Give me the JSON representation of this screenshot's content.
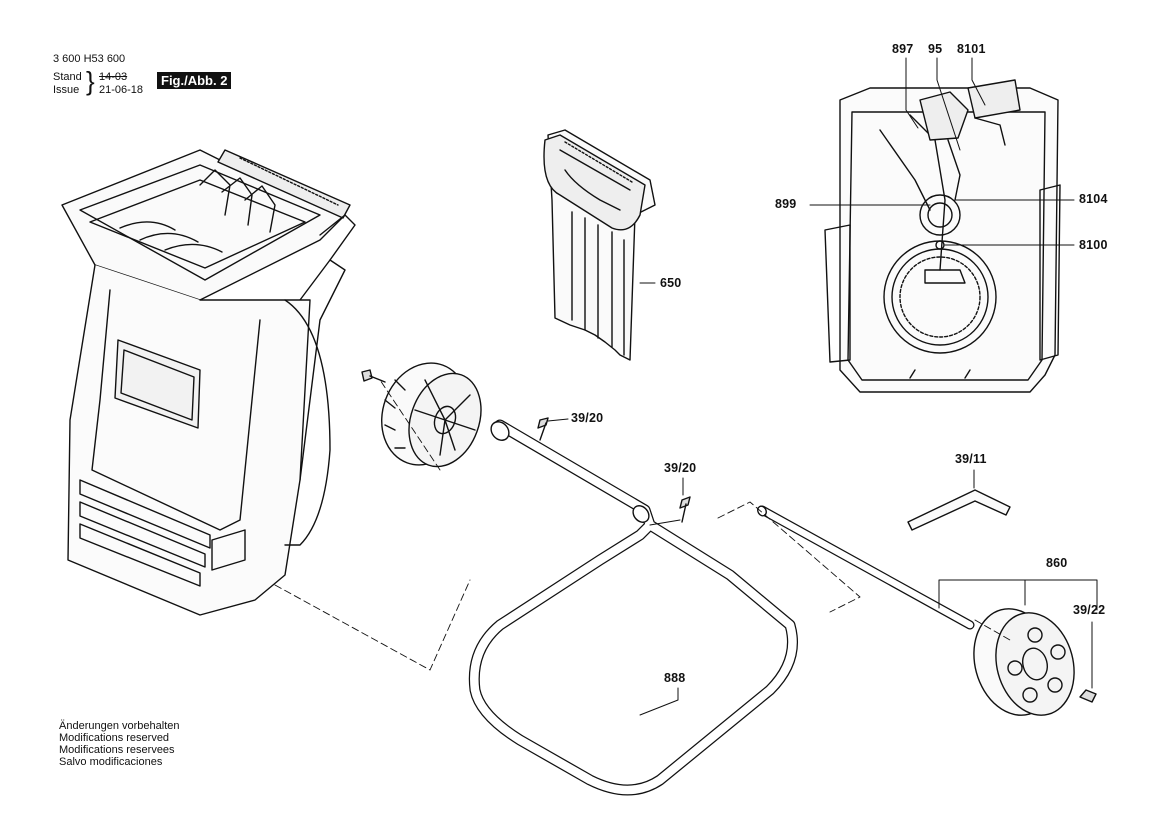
{
  "header": {
    "doc_number": "3 600 H53 600",
    "stand_label": "Stand",
    "issue_label": "Issue",
    "stand_value": "14-03",
    "issue_value": "21-06-18",
    "fig_badge": "Fig./Abb. 2"
  },
  "parts": {
    "p897": "897",
    "p95": "95",
    "p8101": "8101",
    "p899": "899",
    "p8104": "8104",
    "p8100": "8100",
    "p650": "650",
    "p39_20_a": "39/20",
    "p39_20_b": "39/20",
    "p39_11": "39/11",
    "p860": "860",
    "p39_22": "39/22",
    "p888": "888"
  },
  "notes": {
    "de": "Änderungen vorbehalten",
    "en": "Modifications reserved",
    "fr": "Modifications reservees",
    "es": "Salvo modificaciones"
  }
}
